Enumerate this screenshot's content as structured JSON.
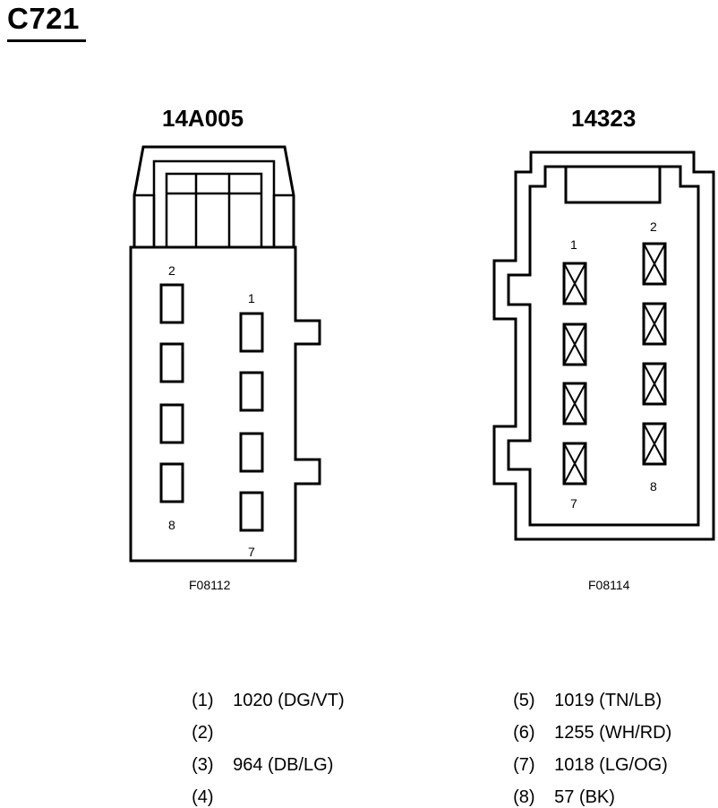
{
  "title": "C721",
  "connectors": [
    {
      "part_number": "14A005",
      "figure_code": "F08112",
      "pin_labels": [
        "2",
        "1",
        "8",
        "7"
      ]
    },
    {
      "part_number": "14323",
      "figure_code": "F08114",
      "pin_labels": [
        "1",
        "2",
        "7",
        "8"
      ]
    }
  ],
  "pinout_left": [
    {
      "num": "(1)",
      "text": "1020 (DG/VT)"
    },
    {
      "num": "(2)",
      "text": ""
    },
    {
      "num": "(3)",
      "text": "964 (DB/LG)"
    },
    {
      "num": "(4)",
      "text": ""
    }
  ],
  "pinout_right": [
    {
      "num": "(5)",
      "text": "1019 (TN/LB)"
    },
    {
      "num": "(6)",
      "text": "1255 (WH/RD)"
    },
    {
      "num": "(7)",
      "text": "1018 (LG/OG)"
    },
    {
      "num": "(8)",
      "text": "57 (BK)"
    }
  ]
}
